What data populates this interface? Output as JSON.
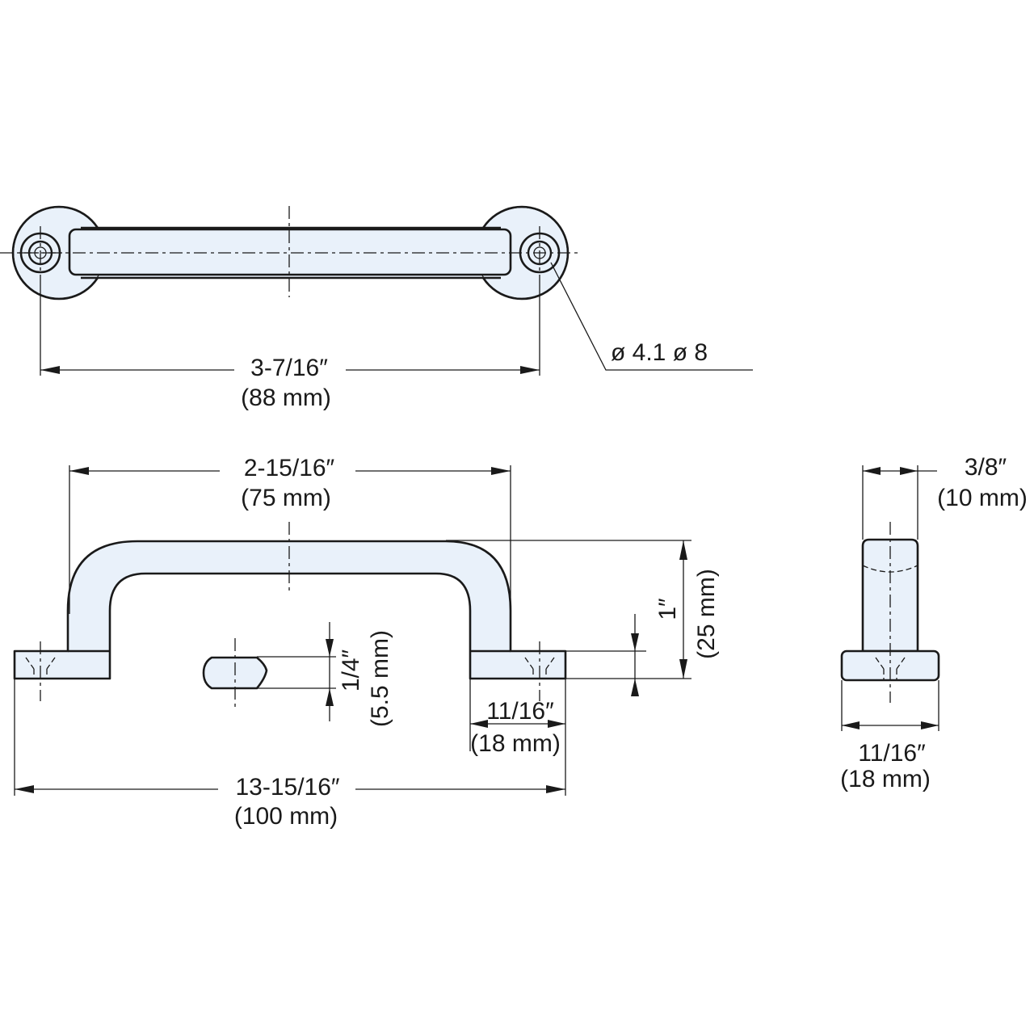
{
  "colors": {
    "part_fill": "#e9f1fa",
    "line": "#1a1a1a",
    "background": "#ffffff"
  },
  "top_view": {
    "hole_callout": "ø 4.1 ø 8",
    "hole_spacing": {
      "imperial": "3-7/16″",
      "metric": "(88 mm)"
    }
  },
  "front_view": {
    "inner_width": {
      "imperial": "2-15/16″",
      "metric": "(75 mm)"
    },
    "overall_length": {
      "imperial": "13-15/16″",
      "metric": "(100 mm)"
    },
    "height": {
      "imperial": "1″",
      "metric": "(25 mm)"
    },
    "grip_thickness": {
      "imperial": "1/4″",
      "metric": "(5.5 mm)"
    },
    "foot_length": {
      "imperial": "11/16″",
      "metric": "(18 mm)"
    }
  },
  "side_view": {
    "grip_width": {
      "imperial": "3/8″",
      "metric": "(10 mm)"
    },
    "base_width": {
      "imperial": "11/16″",
      "metric": "(18 mm)"
    }
  }
}
